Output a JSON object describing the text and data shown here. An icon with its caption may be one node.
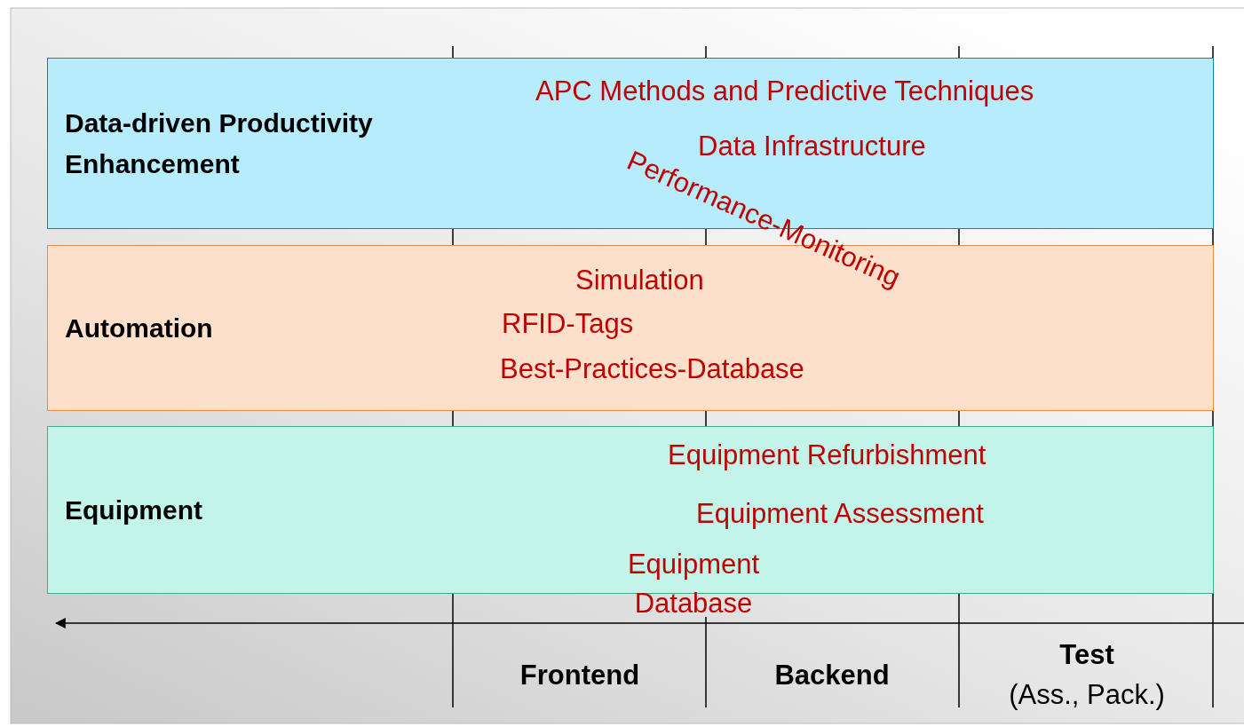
{
  "diagram": {
    "nodes": [
      {
        "text": [
          "Data-driven Productivity Enhancement"
        ]
      },
      {
        "text": [
          "Automation"
        ]
      },
      {
        "text": [
          "Equipment"
        ]
      }
    ],
    "labels": [
      "APC Methods and Predictive Techniques",
      "Data Infrastructure",
      "Performance-Monitoring",
      "Simulation",
      "RFID-Tags",
      "Best-Practices-Database",
      "Equipment Refurbishment",
      "Equipment Assessment",
      "Equipment Database",
      "Frontend",
      "Backend",
      "Test",
      "(Ass., Pack.)"
    ]
  }
}
